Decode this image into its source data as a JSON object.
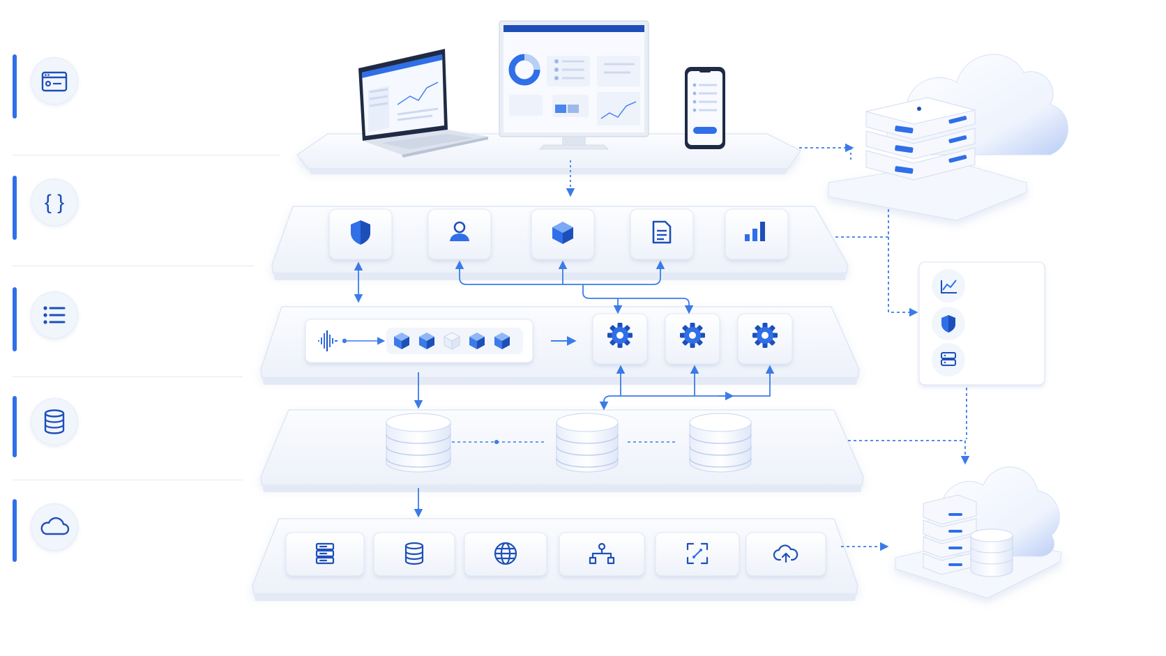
{
  "colors": {
    "accent": "#2f6fe8",
    "accent_dark": "#1d4fb8",
    "panel": "#f3f6fc",
    "panel_edge": "#dfe6f2",
    "line": "#3b7be8"
  },
  "layers": [
    {
      "id": "presentation",
      "icon": "browser-window-icon"
    },
    {
      "id": "api",
      "icon": "curly-braces-icon"
    },
    {
      "id": "processing",
      "icon": "list-icon"
    },
    {
      "id": "data",
      "icon": "database-icon"
    },
    {
      "id": "infrastructure",
      "icon": "cloud-icon"
    }
  ],
  "client_devices": [
    "laptop",
    "desktop-monitor",
    "smartphone"
  ],
  "service_icons": [
    "shield-icon",
    "user-icon",
    "cube-icon",
    "document-icon",
    "bar-chart-icon"
  ],
  "stream_icons": [
    "waveform-icon",
    "cube-icon",
    "cube-icon",
    "cube-icon",
    "cube-icon",
    "cube-icon"
  ],
  "worker_icons": [
    "gear-icon",
    "gear-icon",
    "gear-icon"
  ],
  "database_nodes": 3,
  "infra_icons": [
    "server-rack-icon",
    "database-icon",
    "globe-icon",
    "network-nodes-icon",
    "expand-icon",
    "cloud-upload-icon"
  ],
  "monitoring_icons": [
    "line-chart-icon",
    "shield-icon",
    "server-icon"
  ],
  "cloud_nodes": [
    "cloud-server-cluster",
    "cloud-storage-cluster"
  ]
}
